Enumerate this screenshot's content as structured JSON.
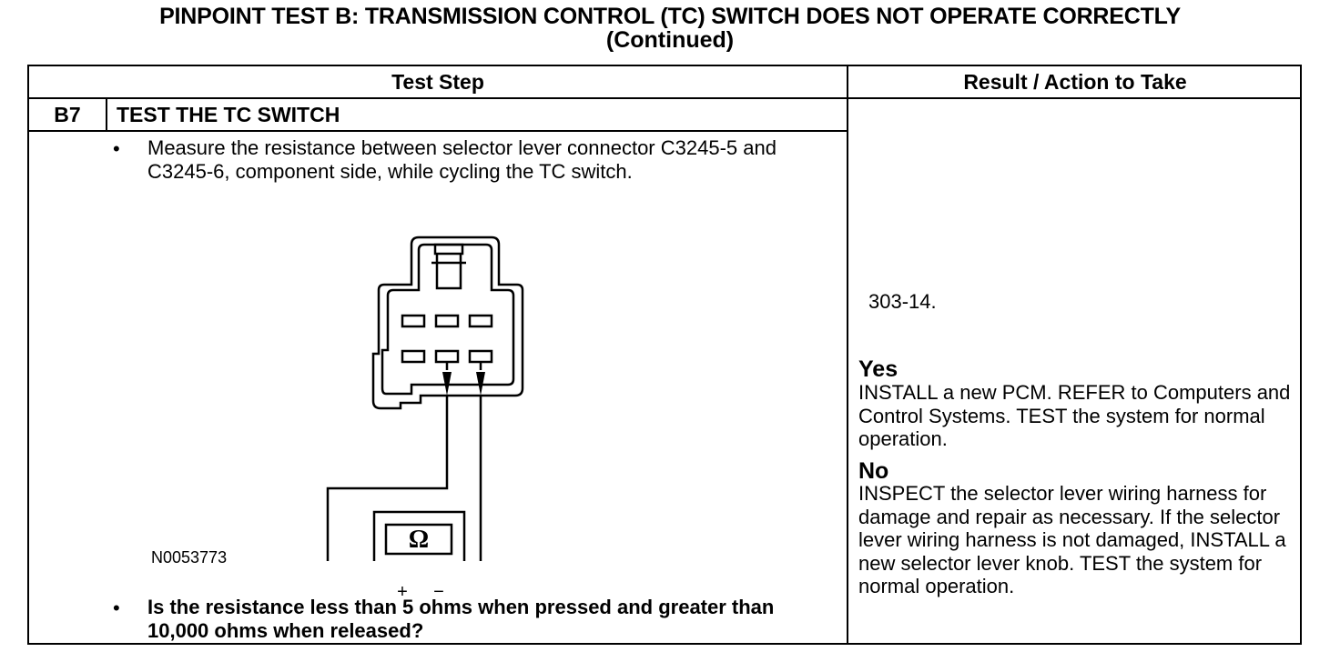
{
  "page": {
    "title": "PINPOINT TEST B: TRANSMISSION CONTROL (TC) SWITCH DOES NOT OPERATE CORRECTLY",
    "subtitle": "(Continued)"
  },
  "table": {
    "header_step": "Test Step",
    "header_result": "Result / Action to Take",
    "step_id": "B7",
    "step_title": "TEST THE TC SWITCH",
    "bullet": "•",
    "instruction": "Measure the resistance between selector lever connector C3245-5 and C3245-6, component side, while cycling the TC switch.",
    "figure_id": "N0053773",
    "question": "Is the resistance less than 5 ohms when pressed and greater than 10,000 ohms when released?",
    "result_ref": "303-14.",
    "yes_label": "Yes",
    "yes_action": "INSTALL a new PCM. REFER to Computers and Control Systems. TEST the system for normal operation.",
    "no_label": "No",
    "no_action": "INSPECT the selector lever wiring harness for damage and repair as necessary. If the selector lever wiring harness is not damaged, INSTALL a new selector lever knob. TEST the system for normal operation."
  },
  "meter": {
    "symbol": "Ω",
    "plus": "+",
    "minus": "−"
  }
}
